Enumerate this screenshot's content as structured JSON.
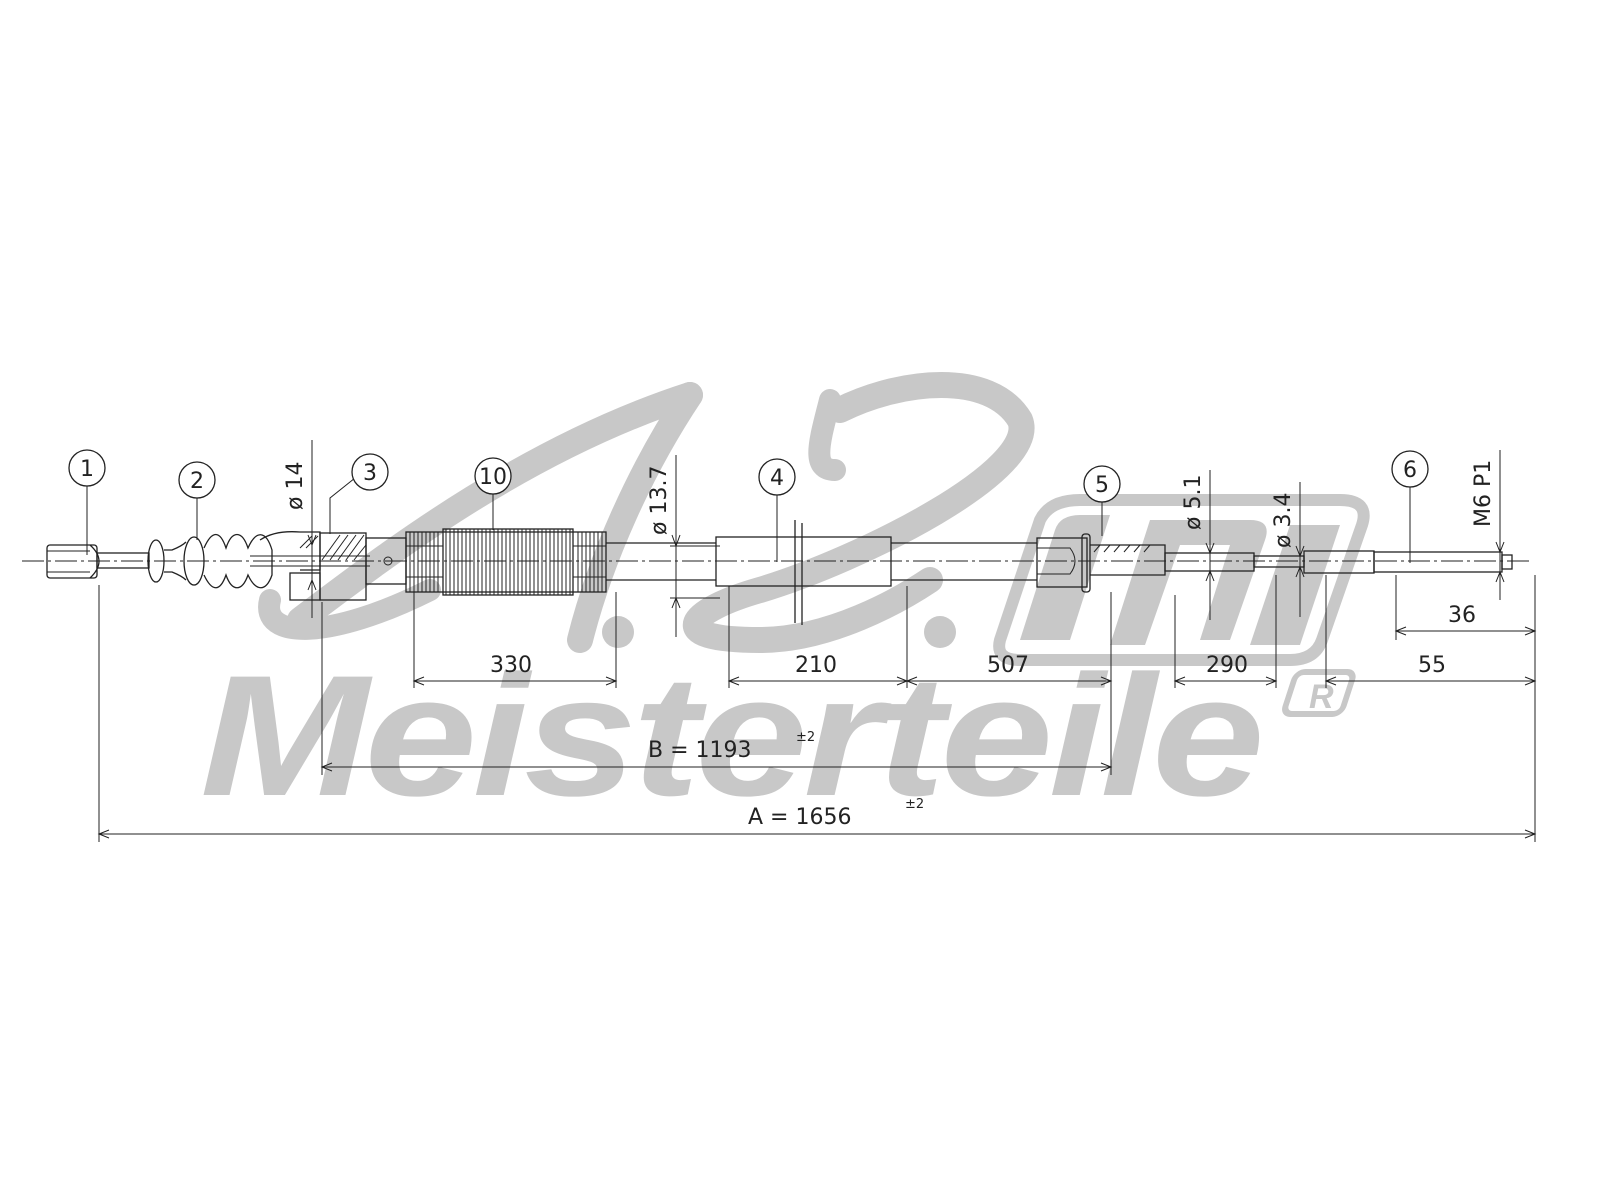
{
  "watermark": {
    "logo_script": "A.Z.",
    "brand": "Meisterteile",
    "registered": "R",
    "color": "#c8c8c8"
  },
  "callouts": [
    {
      "id": "1",
      "label": "1"
    },
    {
      "id": "2",
      "label": "2"
    },
    {
      "id": "3",
      "label": "3"
    },
    {
      "id": "10",
      "label": "10"
    },
    {
      "id": "4",
      "label": "4"
    },
    {
      "id": "5",
      "label": "5"
    },
    {
      "id": "6",
      "label": "6"
    }
  ],
  "diameters": {
    "d14": "ø 14",
    "d13_7": "ø 13.7",
    "d5_1": "ø 5.1",
    "d3_4": "ø 3.4",
    "thread": "M6  P1"
  },
  "dimensions": {
    "d330": "330",
    "d210": "210",
    "d507": "507",
    "d290": "290",
    "d55": "55",
    "d36": "36",
    "B_label": "B  =  1193",
    "B_tol": "±2",
    "A_label": "A  =  1656",
    "A_tol": "±2"
  }
}
